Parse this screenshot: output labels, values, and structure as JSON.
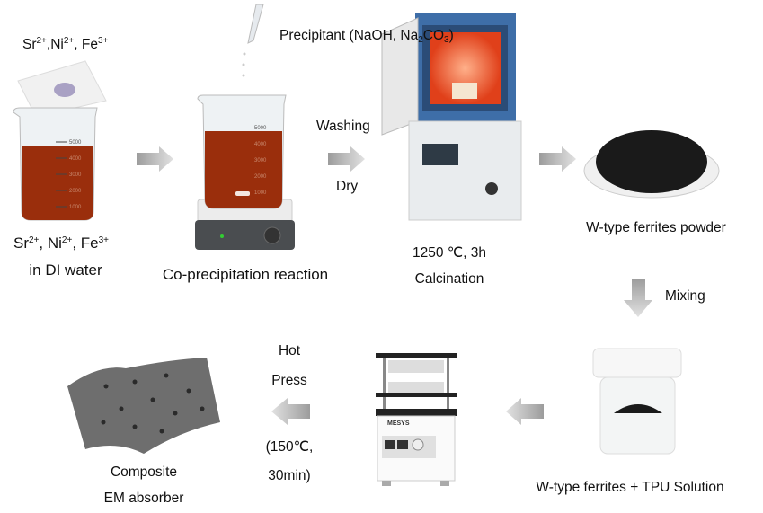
{
  "colors": {
    "liquid": "#9a2e0c",
    "arrow": "#c8c8c8",
    "furnace_blue": "#3e6ea8",
    "glow": "#ff5a2a",
    "powder": "#1a1a1a"
  },
  "step1": {
    "top_label_parts": [
      "Sr",
      "2+",
      ",Ni",
      "2+",
      ", Fe",
      "3+"
    ],
    "label_parts": [
      "Sr",
      "2+",
      ", Ni",
      "2+",
      ", Fe",
      "3+"
    ],
    "label2": "in DI water",
    "beaker_marks": [
      "5000",
      "4000",
      "3000",
      "2000",
      "1000"
    ]
  },
  "step2": {
    "precipitant_parts": [
      "Precipitant (NaOH, Na",
      "2",
      "CO",
      "3",
      ")"
    ],
    "label": "Co-precipitation reaction",
    "beaker_marks": [
      "5000",
      "4000",
      "3000",
      "2000",
      "1000"
    ]
  },
  "step3": {
    "above_arrow": "Washing",
    "below_arrow": "Dry",
    "temp": "1250 ℃, 3h",
    "label": "Calcination"
  },
  "step4": {
    "label": "W-type ferrites powder",
    "down_arrow": "Mixing"
  },
  "step5": {
    "label": "W-type ferrites + TPU Solution"
  },
  "step6": {
    "press_brand": "MESYS",
    "line1": "Hot",
    "line2": "Press",
    "line3": "(150℃,",
    "line4": "30min)"
  },
  "step7": {
    "line1": "Composite",
    "line2": "EM absorber"
  }
}
